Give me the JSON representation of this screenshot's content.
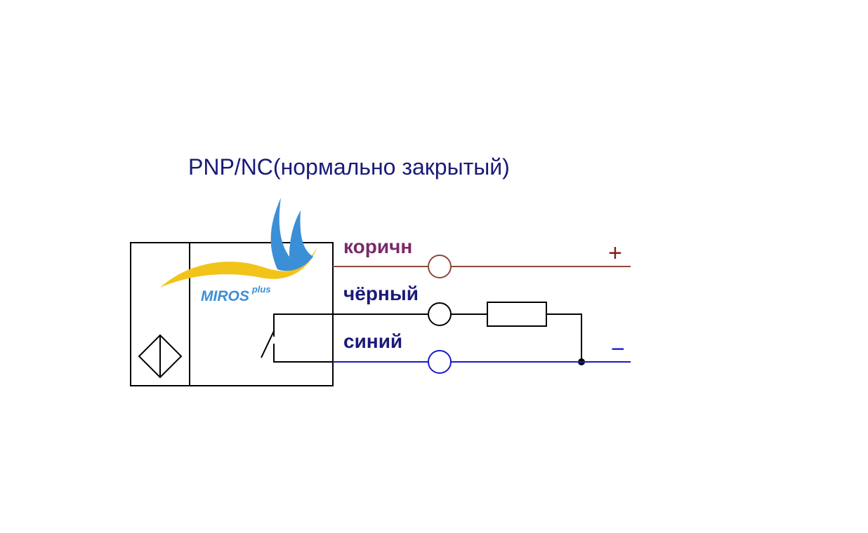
{
  "title": "PNP/NC(нормально закрытый)",
  "logo": {
    "name": "MIROS",
    "suffix": "plus"
  },
  "wires": [
    {
      "label": "коричн",
      "color": "#7a2a6a",
      "line_color": "#8b4a3c",
      "polarity": "+",
      "polarity_color": "#8b1a1a"
    },
    {
      "label": "чёрный",
      "color": "#1a1a7a",
      "line_color": "#000000"
    },
    {
      "label": "синий",
      "color": "#1a1a7a",
      "line_color": "#1a1acc",
      "polarity": "−",
      "polarity_color": "#1a1acc"
    }
  ],
  "colors": {
    "outline": "#000000",
    "logo_blue": "#3b8fd6",
    "logo_yellow": "#f2c41a"
  }
}
